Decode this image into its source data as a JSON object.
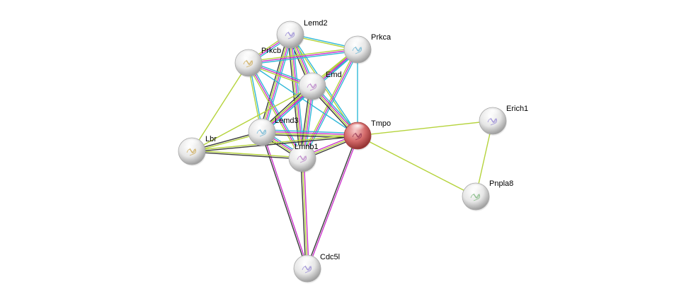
{
  "network": {
    "nodes": [
      {
        "id": "Lemd2",
        "label": "Lemd2",
        "query": false
      },
      {
        "id": "Prkca",
        "label": "Prkca",
        "query": false
      },
      {
        "id": "Prkcb",
        "label": "Prkcb",
        "query": false
      },
      {
        "id": "Emd",
        "label": "Emd",
        "query": false
      },
      {
        "id": "Tmpo",
        "label": "Tmpo",
        "query": true
      },
      {
        "id": "Erich1",
        "label": "Erich1",
        "query": false
      },
      {
        "id": "Lemd3",
        "label": "Lemd3",
        "query": false
      },
      {
        "id": "Lbr",
        "label": "Lbr",
        "query": false
      },
      {
        "id": "Lmnb1",
        "label": "Lmnb1",
        "query": false
      },
      {
        "id": "Pnpla8",
        "label": "Pnpla8",
        "query": false
      },
      {
        "id": "Cdc5l",
        "label": "Cdc5l",
        "query": false
      }
    ],
    "edges": [
      {
        "source": "Lemd2",
        "target": "Prkca",
        "evidence": [
          "cyan",
          "olive"
        ]
      },
      {
        "source": "Lemd2",
        "target": "Prkcb",
        "evidence": [
          "cyan",
          "magenta",
          "olive"
        ]
      },
      {
        "source": "Lemd2",
        "target": "Emd",
        "evidence": [
          "cyan",
          "magenta",
          "olive",
          "black"
        ]
      },
      {
        "source": "Lemd2",
        "target": "Lemd3",
        "evidence": [
          "cyan",
          "magenta",
          "olive",
          "black"
        ]
      },
      {
        "source": "Lemd2",
        "target": "Lmnb1",
        "evidence": [
          "cyan",
          "magenta",
          "olive",
          "black"
        ]
      },
      {
        "source": "Lemd2",
        "target": "Tmpo",
        "evidence": [
          "cyan",
          "olive"
        ]
      },
      {
        "source": "Prkca",
        "target": "Prkcb",
        "evidence": [
          "cyan",
          "magenta",
          "olive"
        ]
      },
      {
        "source": "Prkca",
        "target": "Emd",
        "evidence": [
          "cyan",
          "magenta",
          "olive"
        ]
      },
      {
        "source": "Prkca",
        "target": "Tmpo",
        "evidence": [
          "cyan"
        ]
      },
      {
        "source": "Prkca",
        "target": "Lemd3",
        "evidence": [
          "cyan",
          "magenta",
          "olive"
        ]
      },
      {
        "source": "Prkca",
        "target": "Lmnb1",
        "evidence": [
          "cyan",
          "magenta",
          "olive"
        ]
      },
      {
        "source": "Prkcb",
        "target": "Emd",
        "evidence": [
          "cyan",
          "magenta",
          "olive"
        ]
      },
      {
        "source": "Prkcb",
        "target": "Lemd3",
        "evidence": [
          "cyan",
          "olive"
        ]
      },
      {
        "source": "Prkcb",
        "target": "Lmnb1",
        "evidence": [
          "cyan",
          "magenta",
          "olive"
        ]
      },
      {
        "source": "Prkcb",
        "target": "Tmpo",
        "evidence": [
          "cyan"
        ]
      },
      {
        "source": "Prkcb",
        "target": "Lbr",
        "evidence": [
          "olive"
        ]
      },
      {
        "source": "Emd",
        "target": "Lemd3",
        "evidence": [
          "cyan",
          "magenta",
          "olive",
          "black"
        ]
      },
      {
        "source": "Emd",
        "target": "Lmnb1",
        "evidence": [
          "cyan",
          "magenta",
          "olive",
          "black"
        ]
      },
      {
        "source": "Emd",
        "target": "Tmpo",
        "evidence": [
          "cyan",
          "magenta",
          "olive",
          "black"
        ]
      },
      {
        "source": "Emd",
        "target": "Lbr",
        "evidence": [
          "olive"
        ]
      },
      {
        "source": "Lemd3",
        "target": "Lmnb1",
        "evidence": [
          "cyan",
          "magenta",
          "olive",
          "black"
        ]
      },
      {
        "source": "Lemd3",
        "target": "Tmpo",
        "evidence": [
          "cyan",
          "magenta",
          "olive",
          "black"
        ]
      },
      {
        "source": "Lemd3",
        "target": "Lbr",
        "evidence": [
          "olive",
          "black"
        ]
      },
      {
        "source": "Lemd3",
        "target": "Cdc5l",
        "evidence": [
          "magenta",
          "black"
        ]
      },
      {
        "source": "Lbr",
        "target": "Lmnb1",
        "evidence": [
          "olive",
          "black"
        ]
      },
      {
        "source": "Lbr",
        "target": "Tmpo",
        "evidence": [
          "olive",
          "black"
        ]
      },
      {
        "source": "Lmnb1",
        "target": "Tmpo",
        "evidence": [
          "magenta",
          "olive",
          "black"
        ]
      },
      {
        "source": "Lmnb1",
        "target": "Cdc5l",
        "evidence": [
          "magenta",
          "olive",
          "black"
        ]
      },
      {
        "source": "Tmpo",
        "target": "Cdc5l",
        "evidence": [
          "magenta",
          "black"
        ]
      },
      {
        "source": "Tmpo",
        "target": "Erich1",
        "evidence": [
          "olive"
        ]
      },
      {
        "source": "Tmpo",
        "target": "Pnpla8",
        "evidence": [
          "olive"
        ]
      },
      {
        "source": "Erich1",
        "target": "Pnpla8",
        "evidence": [
          "olive"
        ]
      }
    ]
  },
  "colors": {
    "cyan": "#30b8d8",
    "magenta": "#cc33cc",
    "olive": "#b5d33b",
    "black": "#3a3a3a",
    "node_default": "#d8d8d8",
    "node_query": "#d45a5a"
  }
}
